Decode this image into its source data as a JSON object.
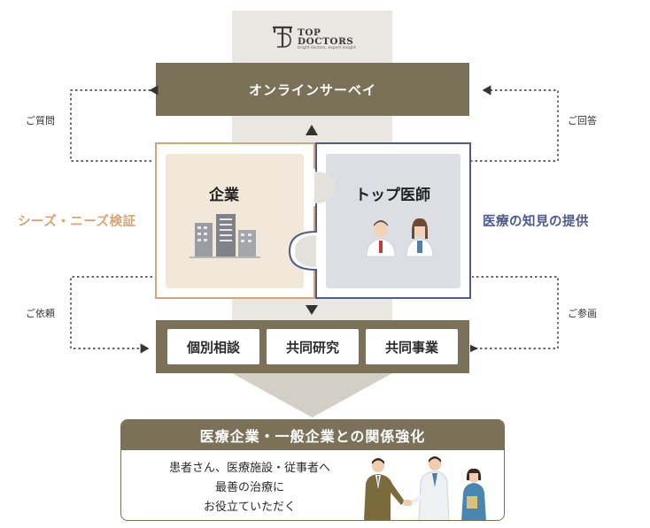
{
  "logo": {
    "line1": "TOP",
    "line2": "DOCTORS",
    "tagline": "bright doctors, expert insight"
  },
  "survey_box": {
    "label": "オンラインサーベイ"
  },
  "left_side": {
    "top_label": "ご質問",
    "bottom_label": "ご依頼",
    "mid_label": "シーズ・ニーズ検証"
  },
  "right_side": {
    "top_label": "ご回答",
    "bottom_label": "ご参画",
    "mid_label": "医療の知見の提供"
  },
  "panels": {
    "company": {
      "title": "企業"
    },
    "doctors": {
      "title": "トップ医師"
    }
  },
  "activities": [
    {
      "label": "個別相談"
    },
    {
      "label": "共同研究"
    },
    {
      "label": "共同事業"
    }
  ],
  "result": {
    "heading": "医療企業・一般企業との関係強化",
    "lines": [
      "患者さん、医療施設・従事者へ",
      "最善の治療に",
      "お役立ていただく"
    ]
  },
  "colors": {
    "brown": "#7b7058",
    "company_accent": "#d6a574",
    "doctor_accent": "#4f5b8c",
    "company_fill": "#f2e8da",
    "doctor_fill": "#dcdee4"
  }
}
